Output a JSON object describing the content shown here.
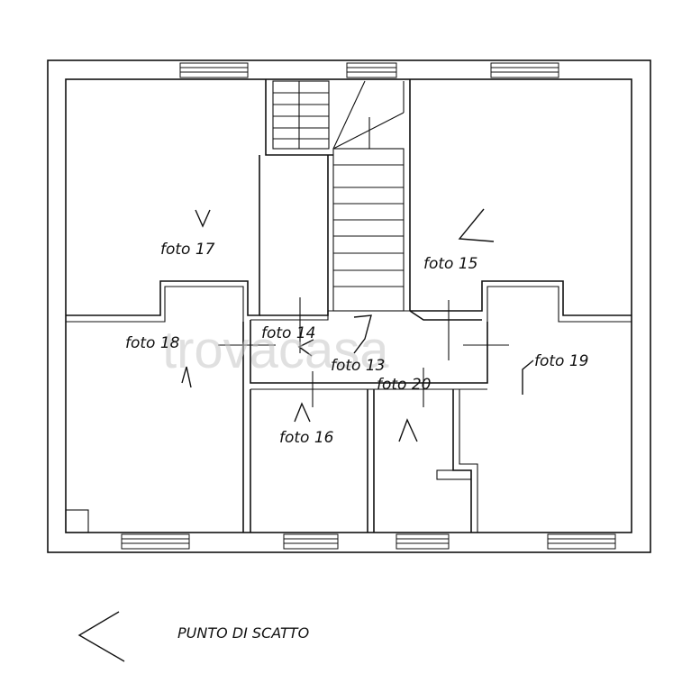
{
  "plan": {
    "labels": {
      "foto17": "foto  17",
      "foto15": "foto  15",
      "foto18": "foto  18",
      "foto14": "foto  14",
      "foto13": "foto  13",
      "foto19": "foto  19",
      "foto16": "foto  16",
      "foto20": "foto  20"
    },
    "watermark": "trovacasa"
  },
  "legend": {
    "label": "PUNTO  DI  SCATTO"
  }
}
